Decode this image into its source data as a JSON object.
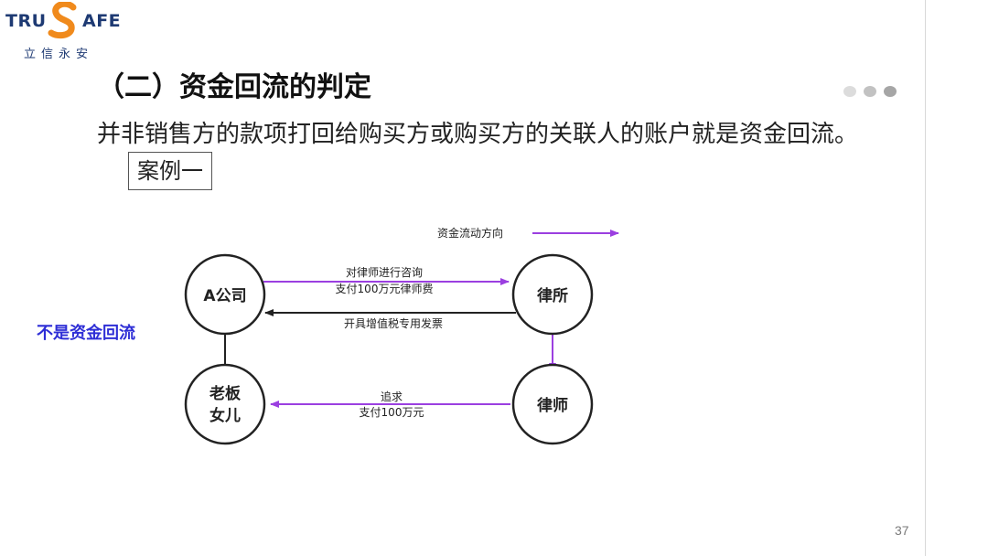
{
  "logo": {
    "left_text": "TRU",
    "right_text": "AFE",
    "sub": "立信永安"
  },
  "title": "（二）资金回流的判定",
  "subtitle": "并非销售方的款项打回给购买方或购买方的关联人的账户就是资金回流。",
  "case_label": "案例一",
  "legend": {
    "label": "资金流动方向",
    "color": "#9b3fe0"
  },
  "nodes": {
    "a_company": "A公司",
    "law_firm": "律所",
    "boss_daughter_line1": "老板",
    "boss_daughter_line2": "女儿",
    "lawyer": "律师"
  },
  "edges": {
    "a_to_firm_line1": "对律师进行咨询",
    "a_to_firm_line2": "支付100万元律师费",
    "firm_to_a": "开具增值税专用发票",
    "lawyer_to_daughter_line1": "追求",
    "lawyer_to_daughter_line2": "支付100万元"
  },
  "side_label": "不是资金回流",
  "page_number": "37",
  "colors": {
    "flow": "#9b3fe0",
    "normal": "#222222",
    "side_label": "#2e2ed6",
    "logo": "#1e3a73",
    "logo_mark": "#f08a1c"
  }
}
